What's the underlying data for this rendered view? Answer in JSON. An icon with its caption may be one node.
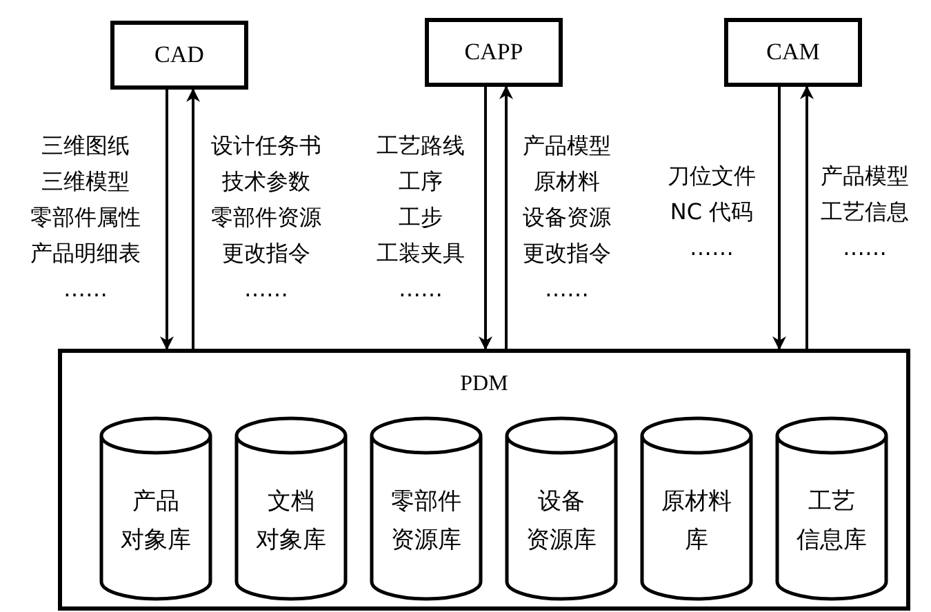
{
  "diagram": {
    "nodes": [
      {
        "text": [
          "CAD"
        ]
      },
      {
        "text": [
          "CAPP"
        ]
      },
      {
        "text": [
          "CAM"
        ]
      },
      {
        "text": [
          "PDM"
        ]
      },
      {
        "text": [
          "产品对象库"
        ],
        "in": 3
      },
      {
        "text": [
          "文档对象库"
        ],
        "in": 3
      },
      {
        "text": [
          "零部件资源库"
        ],
        "in": 3
      },
      {
        "text": [
          "设备资源库"
        ],
        "in": 3
      },
      {
        "text": [
          "原材料库"
        ],
        "in": 3
      },
      {
        "text": [
          "工艺信息库"
        ],
        "in": 3
      }
    ],
    "edges": [
      {
        "from": 0,
        "to": 3,
        "arrow": "to",
        "label": "三维图纸三维模型零部件属性产品明细表……"
      },
      {
        "from": 3,
        "to": 0,
        "arrow": "to",
        "label": "设计任务书技术参数零部件资源更改指令……"
      },
      {
        "from": 1,
        "to": 3,
        "arrow": "to",
        "label": "工艺路线工序工步工装夹具……"
      },
      {
        "from": 3,
        "to": 1,
        "arrow": "to",
        "label": "产品模型原材料设备资源更改指令……"
      },
      {
        "from": 2,
        "to": 3,
        "arrow": "to",
        "label": "刀位文件NC 代码……"
      },
      {
        "from": 3,
        "to": 2,
        "arrow": "to",
        "label": "产品模型工艺信息……"
      }
    ]
  }
}
